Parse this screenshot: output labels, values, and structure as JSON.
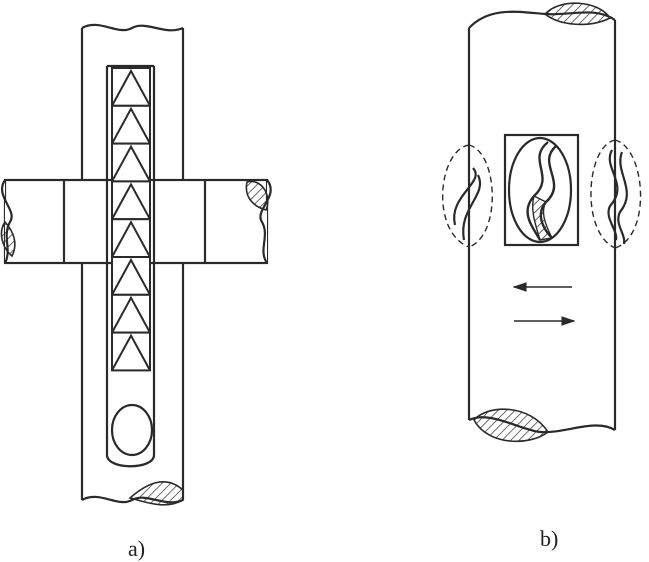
{
  "figure": {
    "panels": [
      {
        "id": "a",
        "caption": "a)"
      },
      {
        "id": "b",
        "caption": "b)"
      }
    ],
    "colors": {
      "line": "#2a2a2a",
      "background": "#ffffff",
      "hatch": "#2a2a2a"
    }
  }
}
